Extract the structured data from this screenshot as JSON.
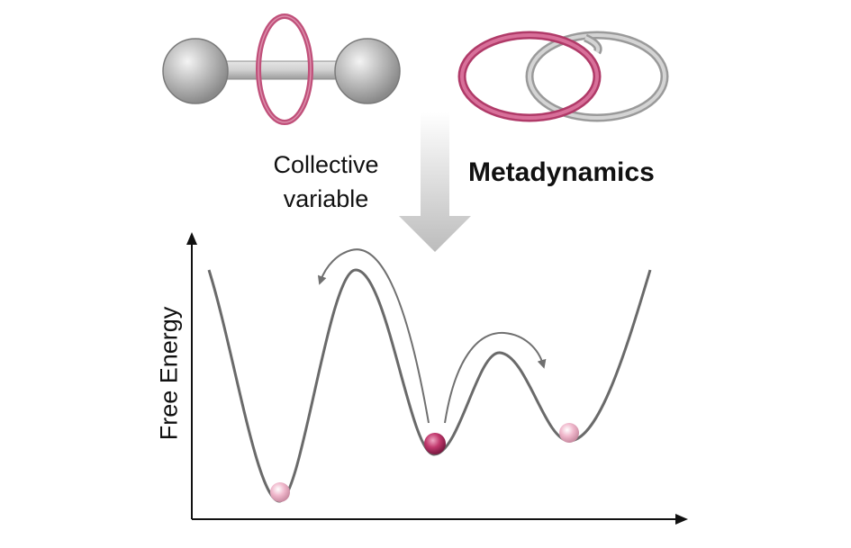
{
  "labels": {
    "collective_variable_line1": "Collective",
    "collective_variable_line2": "variable",
    "method": "Metadynamics",
    "y_axis": "Free Energy"
  },
  "colors": {
    "ring": "#c0507a",
    "ball_active": "#b0285a",
    "ball_light": "#e8a0b8",
    "sphere": "#b8b8b8",
    "gray_ring": "#b4b4b4",
    "curve": "#666666",
    "arrow": "#707070",
    "axis": "#111111"
  },
  "icons": [
    "dumbbell-molecule-icon",
    "ring-icon",
    "interlocked-rings-icon",
    "down-arrow-icon",
    "marble-icon"
  ]
}
